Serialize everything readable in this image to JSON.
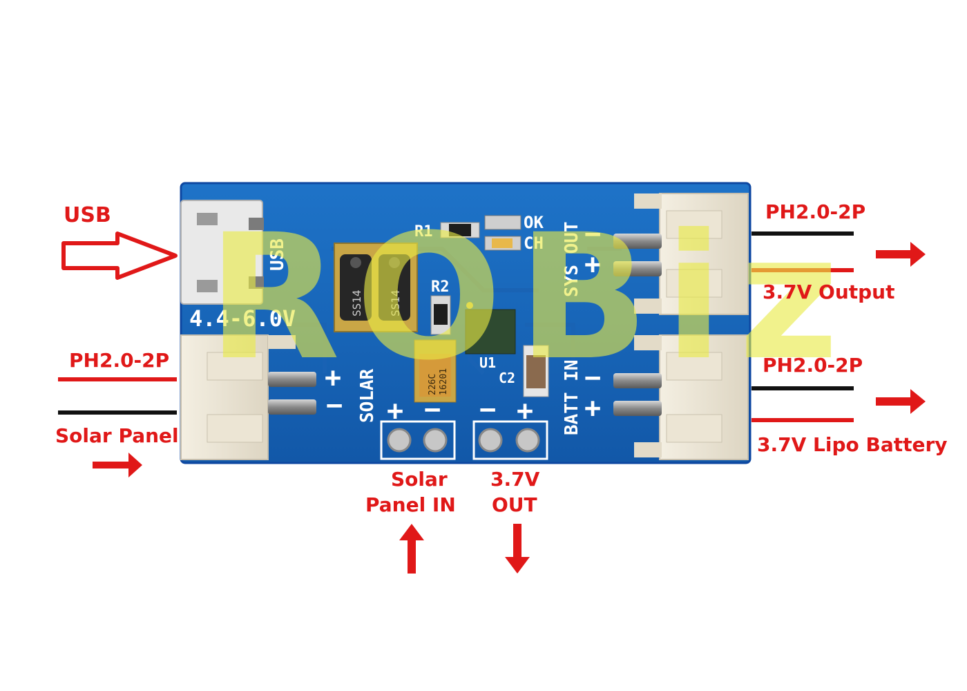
{
  "labels": {
    "usb": "USB",
    "ph_left": "PH2.0-2P",
    "solar_panel": "Solar Panel",
    "ph_top_right": "PH2.0-2P",
    "output_37v": "3.7V Output",
    "ph_bottom_right": "PH2.0-2P",
    "lipo_battery": "3.7V Lipo Battery",
    "solar_in_line1": "Solar",
    "solar_in_line2": "Panel IN",
    "out_line1": "3.7V",
    "out_line2": "OUT"
  },
  "silkscreen": {
    "usb": "USB",
    "voltage": "4.4-6.0V",
    "r1": "R1",
    "r2": "R2",
    "ok": "OK",
    "ch": "CH",
    "sys_out": "SYS OUT",
    "batt_in": "BATT IN",
    "solar": "SOLAR",
    "u1": "U1",
    "c2": "C2",
    "plus": "+",
    "minus": "−",
    "diode_marking": "SS14",
    "cap_marking": "226C",
    "cap_marking2": "16201"
  },
  "watermark": "ROBiz",
  "colors": {
    "pcb": "#1565c0",
    "pcb_edge": "#0d47a1",
    "annotation": "#e01818",
    "wire_black": "#111111",
    "watermark": "#e8ea46"
  }
}
